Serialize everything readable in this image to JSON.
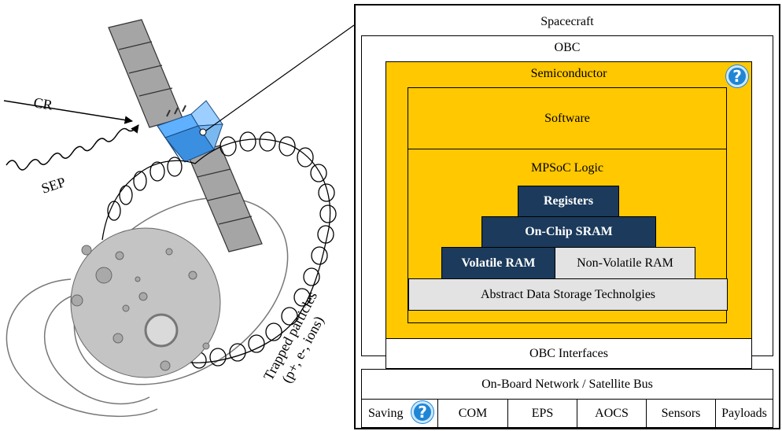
{
  "scene": {
    "cr_label": "CR",
    "sep_label": "SEP",
    "trapped_line1": "Trapped particles",
    "trapped_line2": "(p+, e-, ions)"
  },
  "stack": {
    "spacecraft": "Spacecraft",
    "obc": "OBC",
    "semiconductor": "Semiconductor",
    "software": "Software",
    "mpsoc": "MPSoC Logic",
    "registers": "Registers",
    "onchip_sram": "On-Chip SRAM",
    "volatile_ram": "Volatile RAM",
    "non_volatile_ram": "Non-Volatile RAM",
    "abstract_storage": "Abstract Data Storage Technolgies",
    "obc_interfaces": "OBC Interfaces",
    "network": "On-Board Network / Satellite Bus",
    "bus_items": [
      "Saving",
      "COM",
      "EPS",
      "AOCS",
      "Sensors",
      "Payloads"
    ]
  },
  "icons": {
    "help_glyph": "?"
  },
  "colors": {
    "semiconductor": "#ffc800",
    "dark_block": "#1b3a5c",
    "light_block": "#e3e3e3",
    "help_icon": "#1f86d6",
    "satellite_blue": "#3a8fe0"
  }
}
